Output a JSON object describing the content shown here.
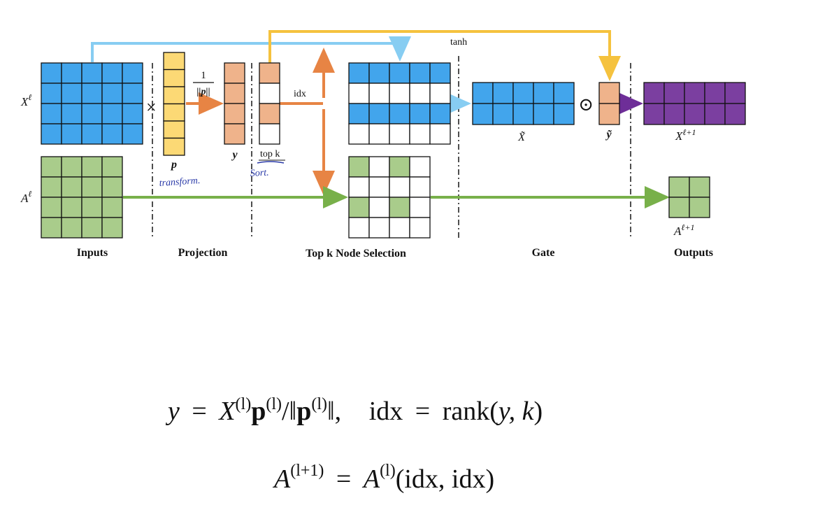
{
  "colors": {
    "blue": "#42a5ec",
    "green": "#a9cc8b",
    "yellow": "#fcd975",
    "peach": "#efb38b",
    "purple": "#7b3fa0",
    "arrow_blue": "#87cdf2",
    "arrow_yellow": "#f5c23e",
    "arrow_orange": "#e78444",
    "arrow_green": "#78b04a",
    "arrow_purple": "#6e2e98",
    "handwriting": "#2a3aa8"
  },
  "sections": {
    "inputs": "Inputs",
    "projection": "Projection",
    "topk": "Top k Node Selection",
    "gate": "Gate",
    "outputs": "Outputs"
  },
  "labels": {
    "x_base": "X",
    "x_sup": "ℓ",
    "a_base": "A",
    "a_sup": "ℓ",
    "times": "×",
    "frac_num": "1",
    "frac_den": "||p||",
    "p": "p",
    "y": "y",
    "idx": "idx",
    "topk": "top k",
    "tanh": "tanh",
    "x_tilde": "X̃",
    "y_tilde": "ỹ",
    "odot": "⊙",
    "x_out_base": "X",
    "x_out_sup": "ℓ+1",
    "a_out_base": "A",
    "a_out_sup": "ℓ+1",
    "hand_transform": "transform.",
    "hand_sort": "Sort."
  },
  "equations": {
    "eq1_y": "y",
    "eq1_eq": "=",
    "eq1_X": "X",
    "eq1_sup_l": "(l)",
    "eq1_p": "p",
    "eq1_sup_l2": "(l)",
    "eq1_slash": "/",
    "eq1_norm_open": "‖",
    "eq1_p2": "p",
    "eq1_sup_l3": "(l)",
    "eq1_norm_close": "‖,",
    "eq1_idx": "idx",
    "eq1_eq2": "=",
    "eq1_rank": "rank(",
    "eq1_args": "y, k",
    "eq1_close": ")",
    "eq2_A": "A",
    "eq2_sup": "(l+1)",
    "eq2_eq": "=",
    "eq2_A2": "A",
    "eq2_sup2": "(l)",
    "eq2_args": "(idx, idx)"
  },
  "matrices": {
    "topk_x_blue_rows": [
      1,
      0,
      1,
      0
    ],
    "topk_a_green_cells": [
      [
        0,
        0
      ],
      [
        0,
        2
      ],
      [
        2,
        0
      ],
      [
        2,
        2
      ]
    ],
    "topk_col_vector_peach": [
      1,
      0,
      1,
      0
    ]
  }
}
